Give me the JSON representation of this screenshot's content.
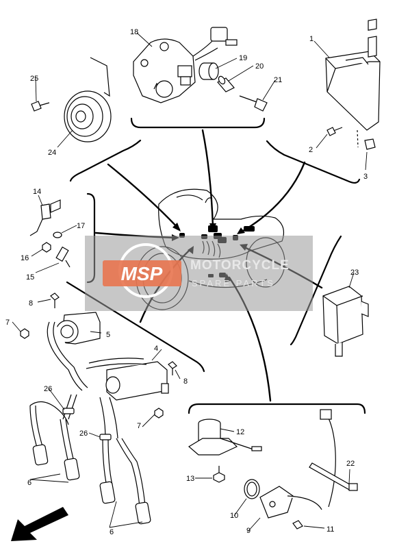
{
  "watermark": {
    "logo": "MSP",
    "brand": "MOTORCYCLE",
    "tagline": "SPARE PARTS"
  },
  "parts": [
    {
      "id": "part-1",
      "label": "1",
      "name": "ecu-unit"
    },
    {
      "id": "part-2",
      "label": "2",
      "name": "screw"
    },
    {
      "id": "part-3",
      "label": "3",
      "name": "clip"
    },
    {
      "id": "part-4",
      "label": "4",
      "name": "ignition-coil"
    },
    {
      "id": "part-5",
      "label": "5",
      "name": "ignition-coil"
    },
    {
      "id": "part-6a",
      "label": "6",
      "name": "spark-plug-cap"
    },
    {
      "id": "part-6b",
      "label": "6",
      "name": "spark-plug-cap"
    },
    {
      "id": "part-7a",
      "label": "7",
      "name": "nut"
    },
    {
      "id": "part-7b",
      "label": "7",
      "name": "nut"
    },
    {
      "id": "part-8a",
      "label": "8",
      "name": "bolt"
    },
    {
      "id": "part-8b",
      "label": "8",
      "name": "bolt"
    },
    {
      "id": "part-9",
      "label": "9",
      "name": "sensor-plate"
    },
    {
      "id": "part-10",
      "label": "10",
      "name": "o-ring"
    },
    {
      "id": "part-11",
      "label": "11",
      "name": "screw"
    },
    {
      "id": "part-12",
      "label": "12",
      "name": "relay"
    },
    {
      "id": "part-13",
      "label": "13",
      "name": "bolt"
    },
    {
      "id": "part-14",
      "label": "14",
      "name": "thermo-switch"
    },
    {
      "id": "part-15",
      "label": "15",
      "name": "sensor"
    },
    {
      "id": "part-16",
      "label": "16",
      "name": "nut"
    },
    {
      "id": "part-17",
      "label": "17",
      "name": "gasket"
    },
    {
      "id": "part-18",
      "label": "18",
      "name": "starter-relay"
    },
    {
      "id": "part-19",
      "label": "19",
      "name": "rubber"
    },
    {
      "id": "part-20",
      "label": "20",
      "name": "collar"
    },
    {
      "id": "part-21",
      "label": "21",
      "name": "bolt"
    },
    {
      "id": "part-22",
      "label": "22",
      "name": "band"
    },
    {
      "id": "part-23",
      "label": "23",
      "name": "flasher-relay"
    },
    {
      "id": "part-24",
      "label": "24",
      "name": "horn"
    },
    {
      "id": "part-25",
      "label": "25",
      "name": "bolt"
    },
    {
      "id": "part-26a",
      "label": "26",
      "name": "clamp"
    },
    {
      "id": "part-26b",
      "label": "26",
      "name": "clamp"
    }
  ]
}
